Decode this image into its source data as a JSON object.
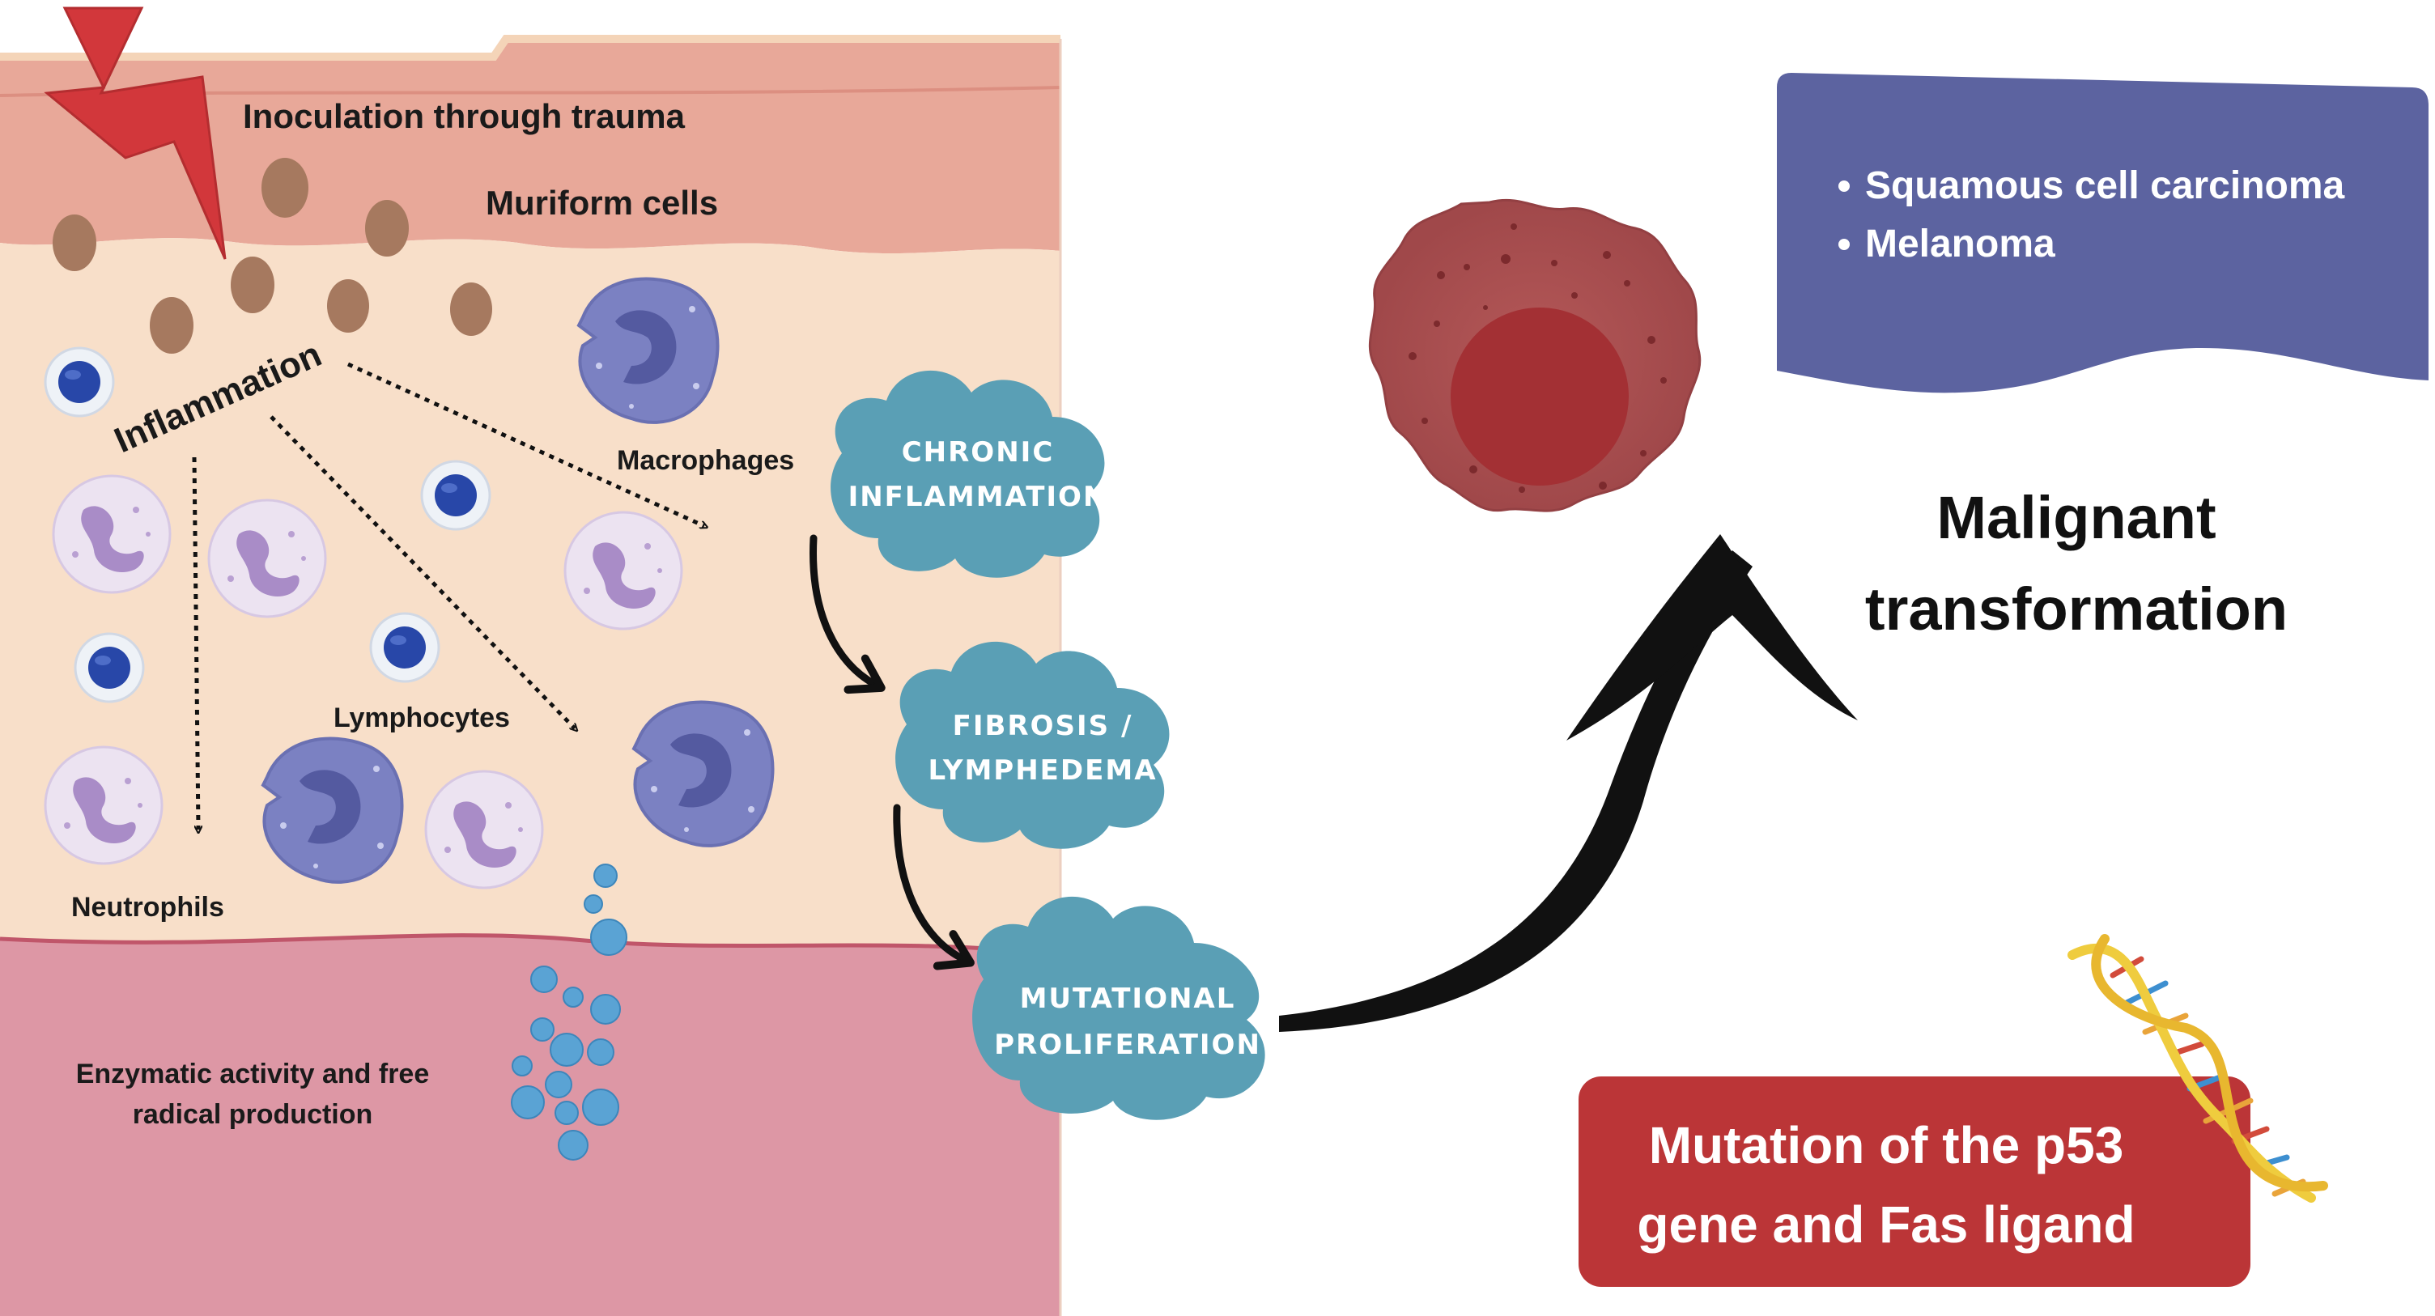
{
  "labels": {
    "inoculation": "Inoculation through trauma",
    "muriform": "Muriform cells",
    "inflammation": "Inflammation",
    "macrophages": "Macrophages",
    "lymphocytes": "Lymphocytes",
    "neutrophils": "Neutrophils",
    "enzymatic_line1": "Enzymatic activity and free",
    "enzymatic_line2": "radical production"
  },
  "clouds": {
    "chronic_line1": "CHRONIC",
    "chronic_line2": "INFLAMMATION",
    "fibrosis_line1": "FIBROSIS /",
    "fibrosis_line2": "LYMPHEDEMA",
    "mutational_line1": "MUTATIONAL",
    "mutational_line2": "PROLIFERATION"
  },
  "carcinoma_box": {
    "items": [
      "Squamous cell carcinoma",
      "Melanoma"
    ]
  },
  "malignant": {
    "line1": "Malignant",
    "line2": "transformation"
  },
  "mutation_box": {
    "line1": "Mutation of the p53",
    "line2": "gene and Fas ligand"
  },
  "colors": {
    "skin_top": "#e8a899",
    "dermis": "#f8dfc9",
    "subcutis": "#dd97a5",
    "cloud": "#5a9fb5",
    "carcinoma_box": "#5c63a0",
    "mutation_box": "#bb3537",
    "lightning": "#d2373b"
  }
}
